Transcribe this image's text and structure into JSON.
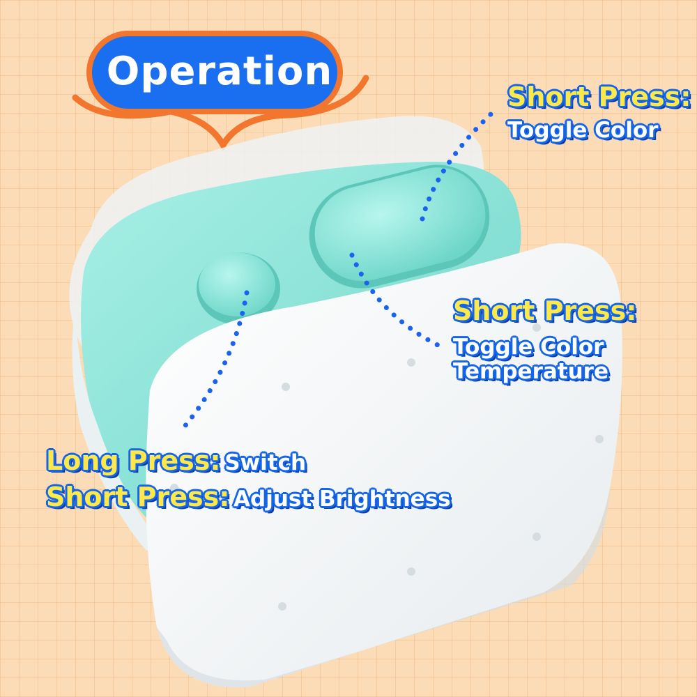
{
  "title": "Operation",
  "labels": {
    "top_right": {
      "heading": "Short Press:",
      "action": "Toggle Color"
    },
    "middle_right": {
      "heading": "Short Press:",
      "action_line1": "Toggle Color",
      "action_line2": "Temperature"
    },
    "bottom_left": {
      "long_heading": "Long Press:",
      "long_action": "Switch",
      "short_heading": "Short Press:",
      "short_action": "Adjust Brightness"
    }
  },
  "colors": {
    "background": "#fbdcb6",
    "title_badge": "#1a6ef0",
    "title_outline": "#f2762e",
    "heading_text": "#ffe94a",
    "label_outline": "#1565e8",
    "device_body": "#8fe3d9",
    "device_cover": "#f7f8f8",
    "dotted_line": "#1a63f0"
  }
}
